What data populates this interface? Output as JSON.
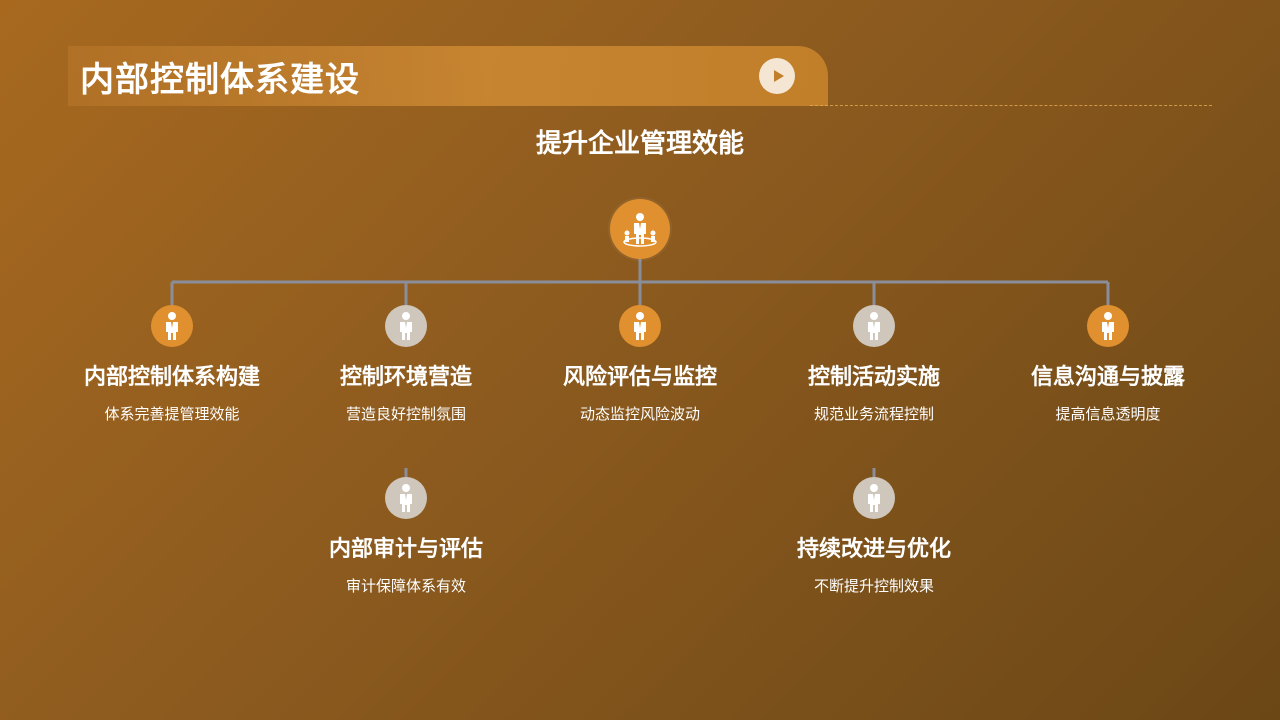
{
  "page": {
    "title": "内部控制体系建设",
    "subtitle": "提升企业管理效能"
  },
  "colors": {
    "accent_orange": "#e0902f",
    "node_gray": "#cfc6bc",
    "connector_gray": "#8a8e9a",
    "background": "#8f5c1f"
  },
  "icons": {
    "play": "play-icon",
    "root": "team-person-icon",
    "node": "person-icon"
  },
  "items": [
    {
      "title": "内部控制体系构建",
      "desc": "体系完善提管理效能",
      "color": "orange"
    },
    {
      "title": "控制环境营造",
      "desc": "营造良好控制氛围",
      "color": "gray"
    },
    {
      "title": "风险评估与监控",
      "desc": "动态监控风险波动",
      "color": "orange"
    },
    {
      "title": "控制活动实施",
      "desc": "规范业务流程控制",
      "color": "gray"
    },
    {
      "title": "信息沟通与披露",
      "desc": "提高信息透明度",
      "color": "orange"
    },
    {
      "title": "内部审计与评估",
      "desc": "审计保障体系有效",
      "color": "gray"
    },
    {
      "title": "持续改进与优化",
      "desc": "不断提升控制效果",
      "color": "gray"
    }
  ]
}
